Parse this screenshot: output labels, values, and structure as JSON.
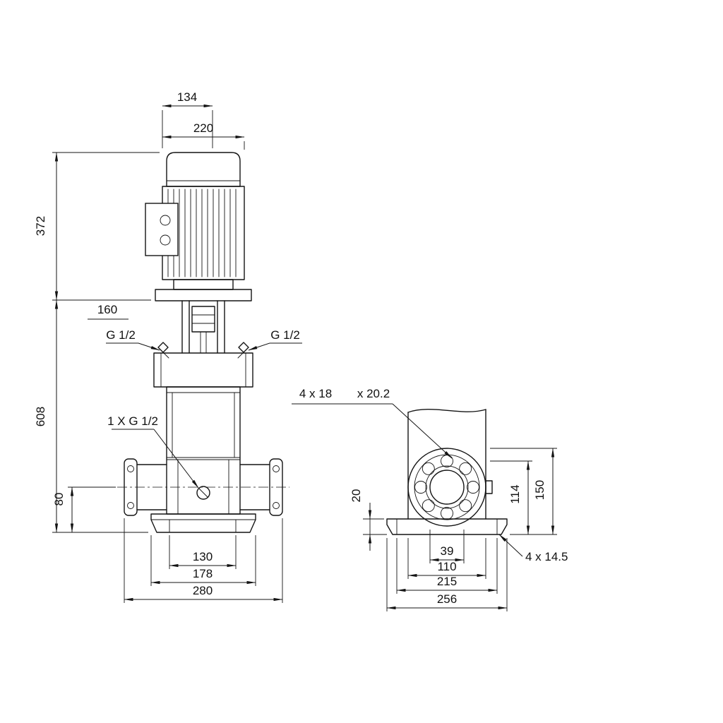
{
  "palette": {
    "ink": "#141414",
    "background": "#ffffff"
  },
  "front_view": {
    "dim_134": "134",
    "dim_220": "220",
    "dim_372": "372",
    "dim_160": "160",
    "dim_608": "608",
    "dim_80": "80",
    "dim_130": "130",
    "dim_178": "178",
    "dim_280": "280",
    "port_left_label": "G 1/2",
    "port_right_label": "G 1/2",
    "drain_label": "1 X G 1/2"
  },
  "side_view": {
    "holes_label_a": "4 x 18",
    "holes_label_b": "x 20.2",
    "dim_20": "20",
    "dim_114": "114",
    "dim_150": "150",
    "dim_39": "39",
    "dim_110": "110",
    "dim_215": "215",
    "dim_256": "256",
    "base_holes_label": "4 x 14.5"
  }
}
